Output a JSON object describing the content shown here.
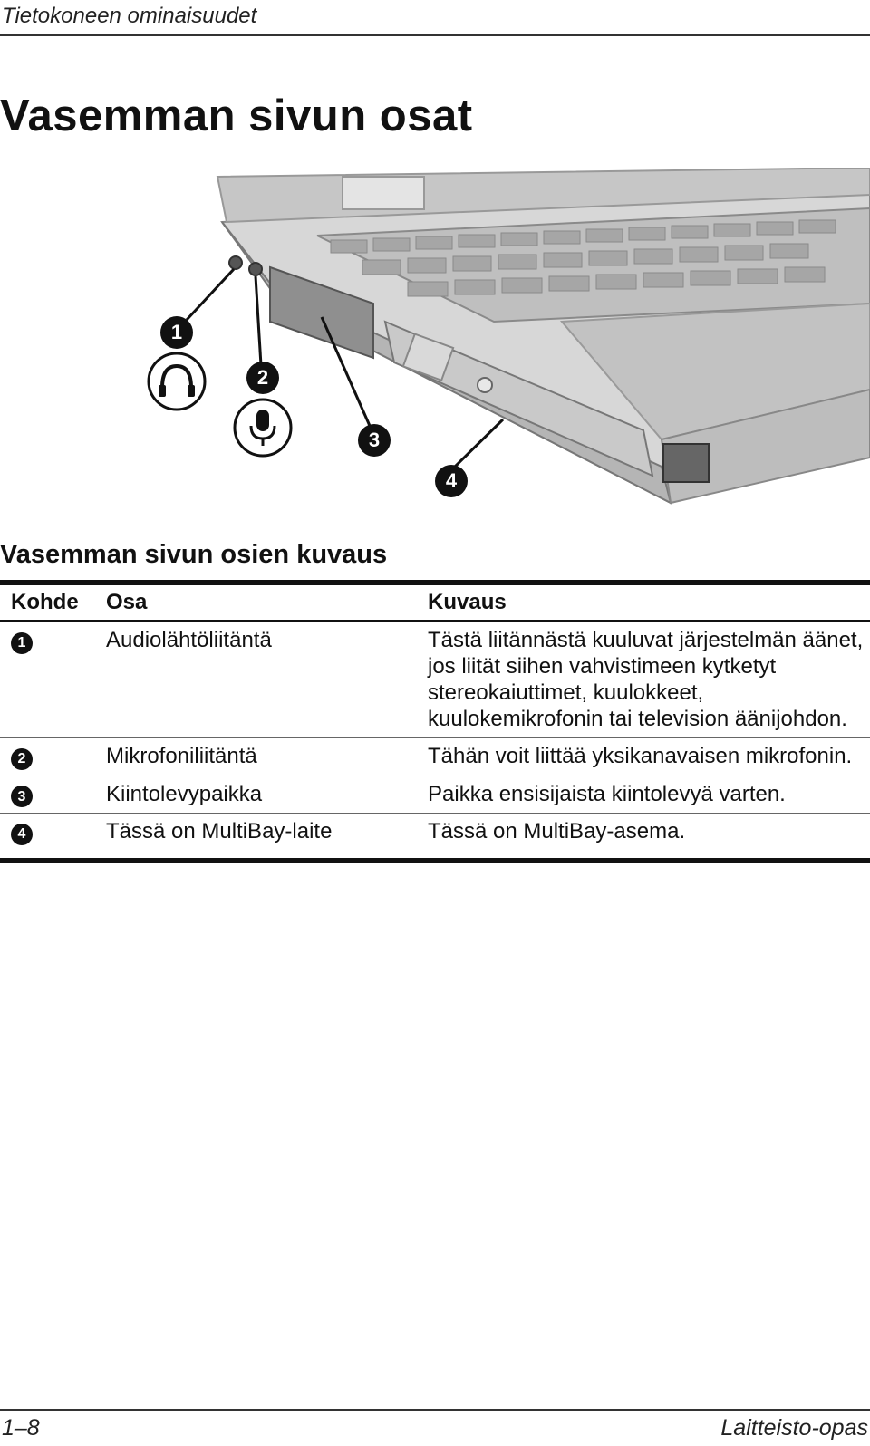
{
  "header": {
    "text": "Tietokoneen ominaisuudet"
  },
  "page_title": "Vasemman sivun osat",
  "figure": {
    "callouts": [
      "1",
      "2",
      "3",
      "4"
    ],
    "icons": [
      "headphones-icon",
      "microphone-icon"
    ]
  },
  "section_title": "Vasemman sivun osien kuvaus",
  "table": {
    "headers": [
      "Kohde",
      "Osa",
      "Kuvaus"
    ],
    "rows": [
      {
        "item": "1",
        "part": "Audiolähtöliitäntä",
        "description": "Tästä liitännästä kuuluvat järjestelmän äänet, jos liität siihen vahvistimeen kytketyt stereokaiuttimet, kuulokkeet, kuulokemikrofonin tai television äänijohdon."
      },
      {
        "item": "2",
        "part": "Mikrofoniliitäntä",
        "description": "Tähän voit liittää yksikanavaisen mikrofonin."
      },
      {
        "item": "3",
        "part": "Kiintolevypaikka",
        "description": "Paikka ensisijaista kiintolevyä varten."
      },
      {
        "item": "4",
        "part": "Tässä on MultiBay-laite",
        "description": "Tässä on MultiBay-asema."
      }
    ]
  },
  "footer": {
    "left": "1–8",
    "right": "Laitteisto-opas"
  }
}
